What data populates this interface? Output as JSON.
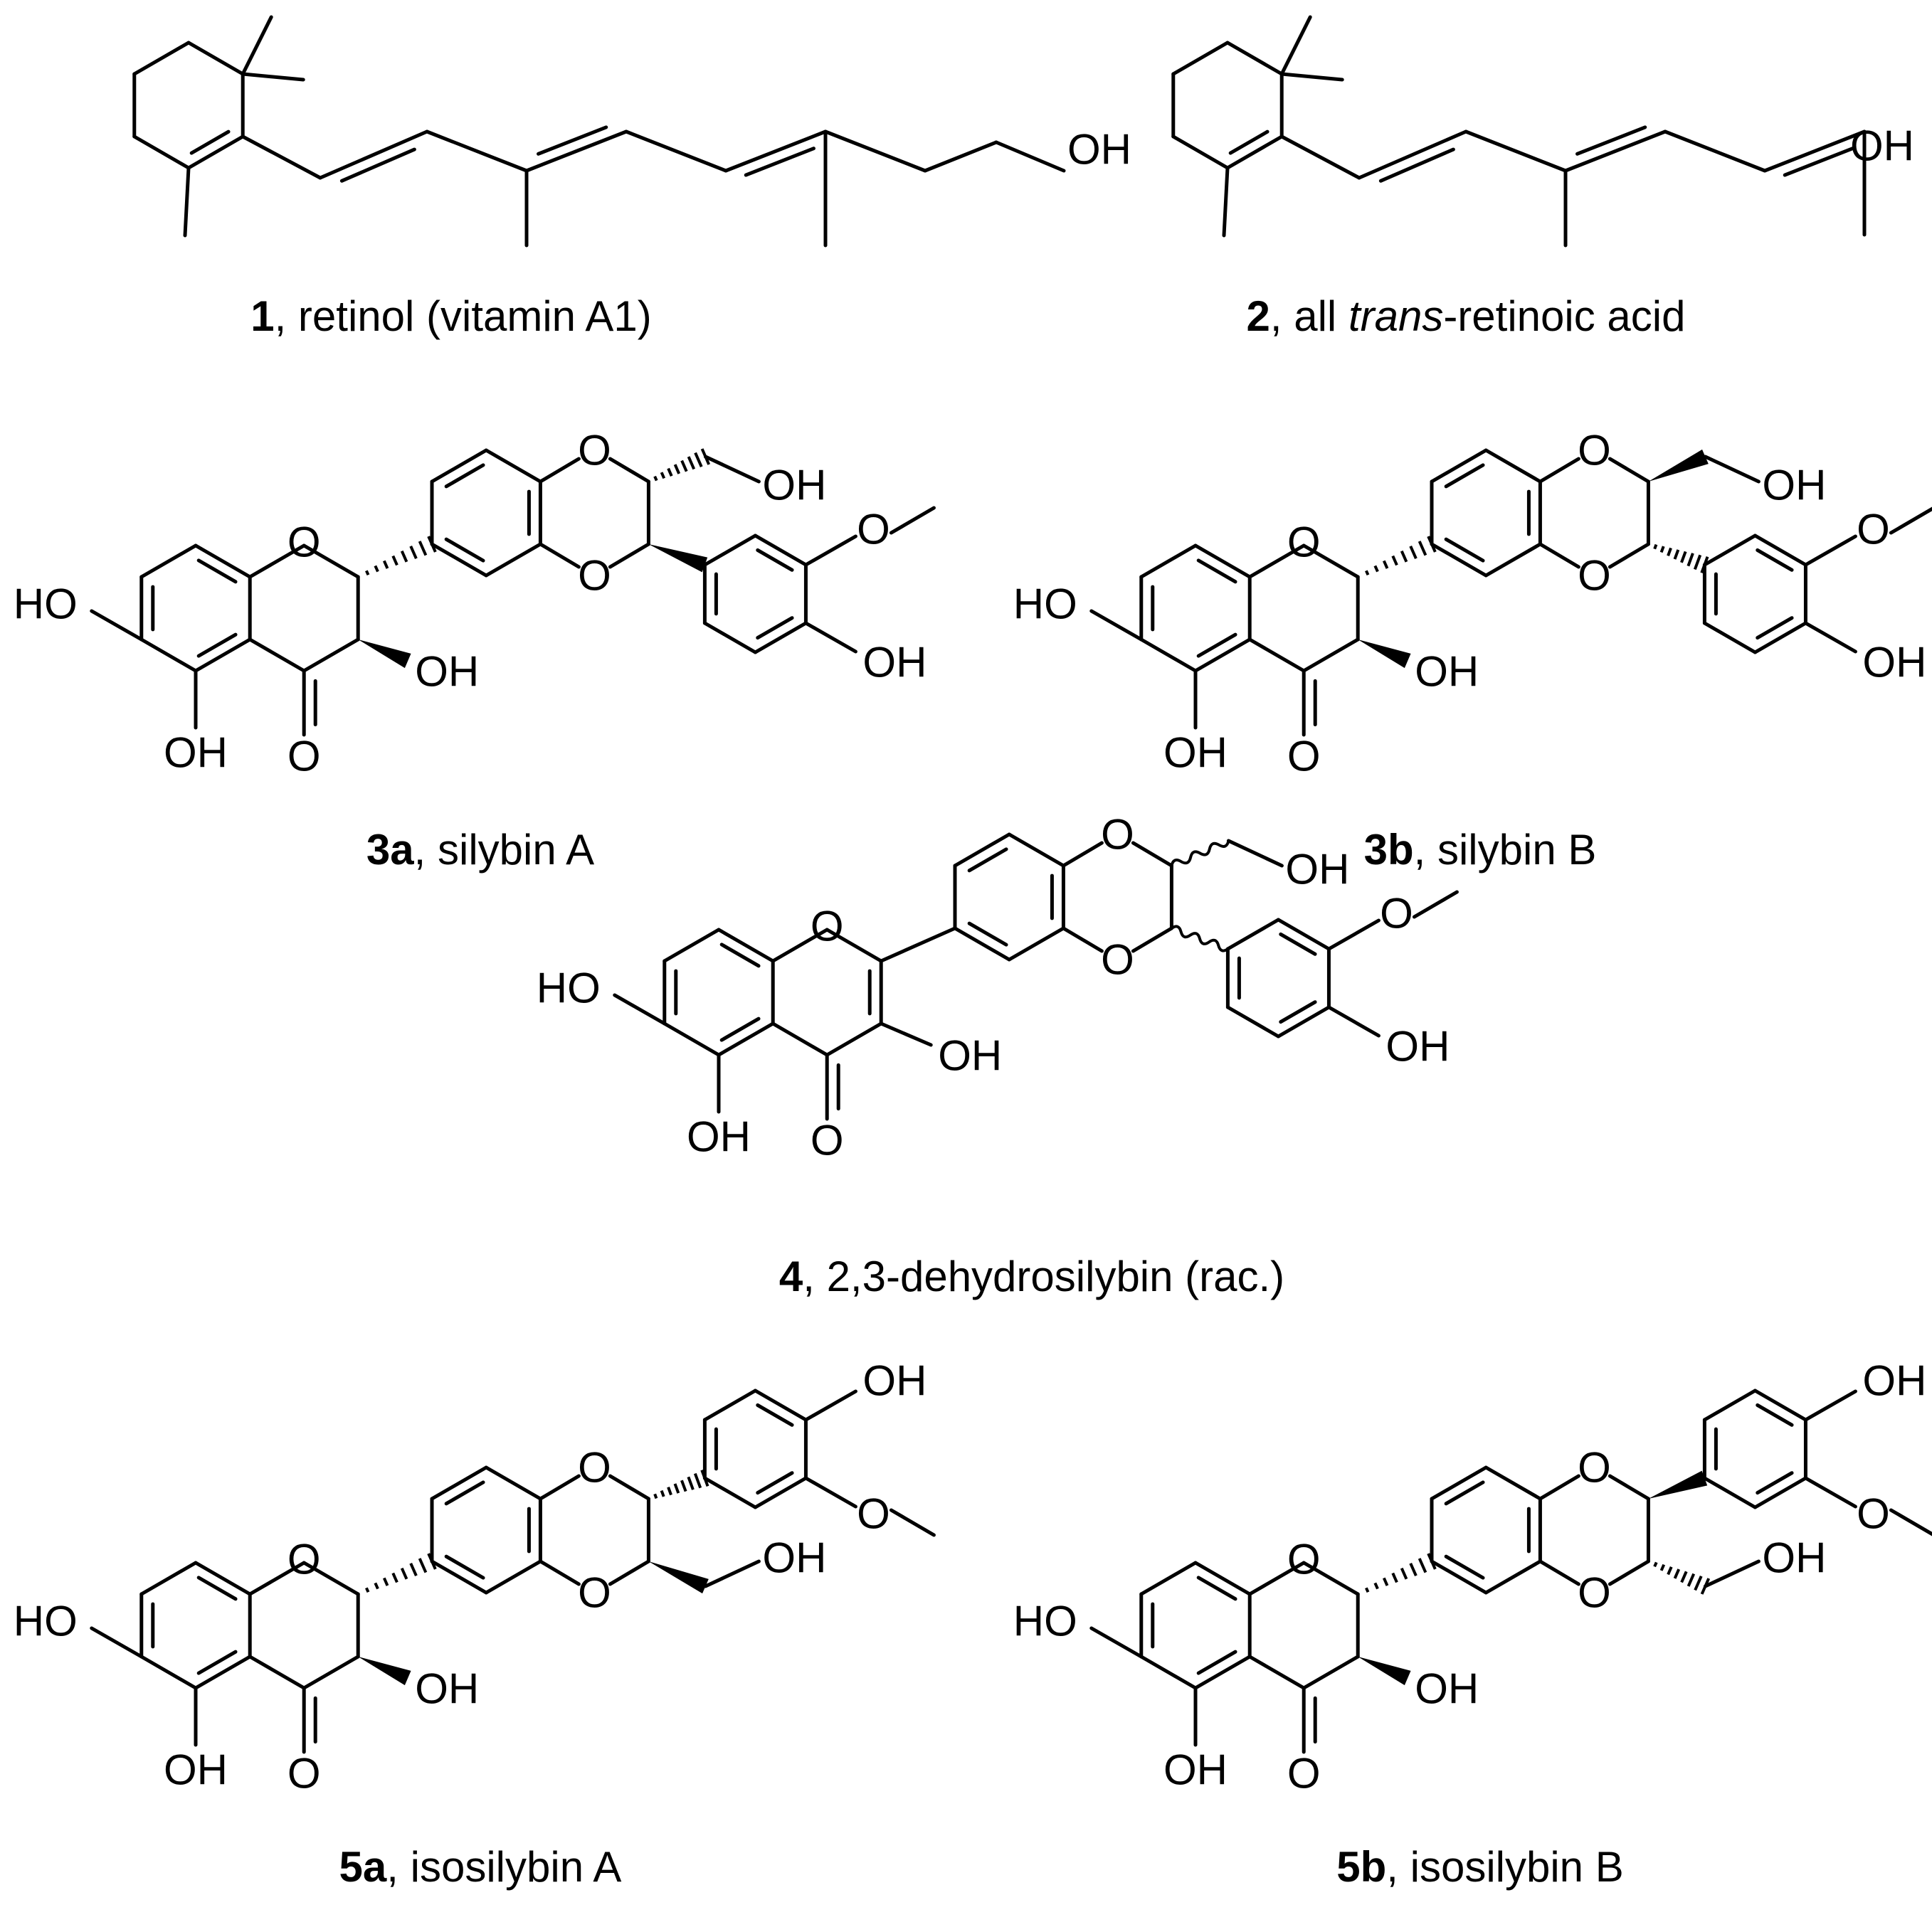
{
  "compounds": [
    {
      "id": "1",
      "name": "retinol (vitamin A1)"
    },
    {
      "id": "2",
      "pre": "all ",
      "italic": "trans",
      "post": "-retinoic acid"
    },
    {
      "id": "3a",
      "name": "silybin A"
    },
    {
      "id": "3b",
      "name": "silybin B"
    },
    {
      "id": "4",
      "name": "2,3-dehydrosilybin (rac.)"
    },
    {
      "id": "5a",
      "name": "isosilybin A"
    },
    {
      "id": "5b",
      "name": "isosilybin B"
    }
  ],
  "labels": {
    "oh": "OH",
    "ho": "HO",
    "o": "O"
  }
}
